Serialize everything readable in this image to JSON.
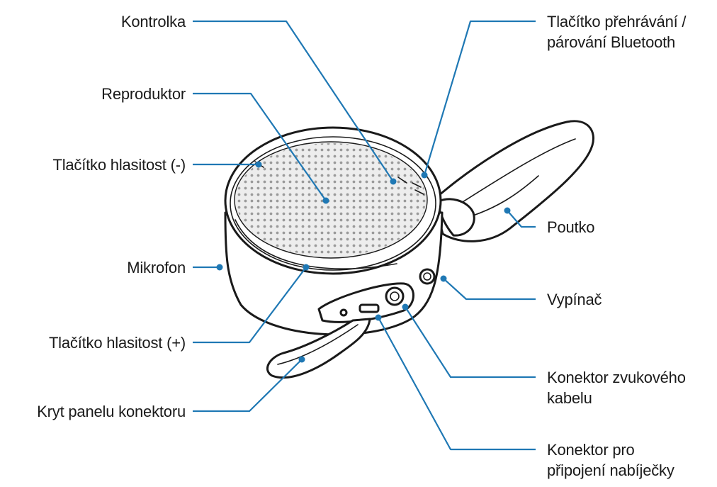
{
  "colors": {
    "leader": "#1f78b4",
    "outline": "#1a1a1a",
    "body_fill": "#ffffff",
    "grille_fill": "#ededed",
    "grille_dots": "#9a9a9a"
  },
  "labels": {
    "indicator": "Kontrolka",
    "speaker": "Reproduktor",
    "volume_down": "Tlačítko hlasitost (-)",
    "microphone": "Mikrofon",
    "volume_up": "Tlačítko hlasitost (+)",
    "connector_cover": "Kryt panelu konektoru",
    "play_pairing_line1": "Tlačítko přehrávání /",
    "play_pairing_line2": "párování Bluetooth",
    "strap": "Poutko",
    "power_switch": "Vypínač",
    "audio_connector_line1": "Konektor zvukového",
    "audio_connector_line2": "kabelu",
    "charger_connector_line1": "Konektor pro",
    "charger_connector_line2": "připojení nabíječky"
  }
}
